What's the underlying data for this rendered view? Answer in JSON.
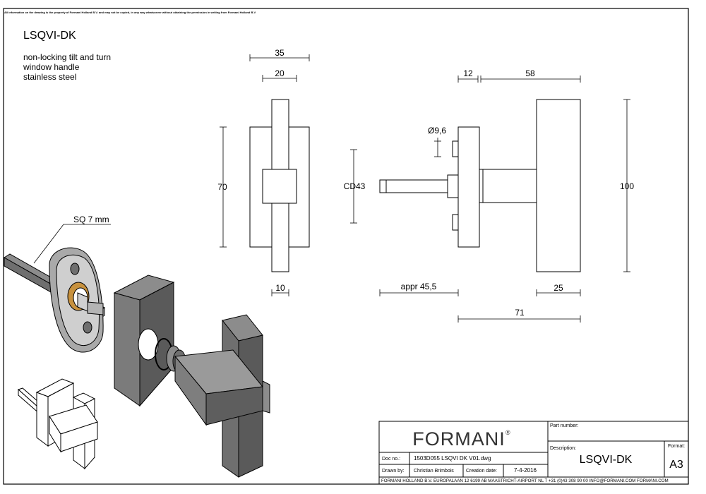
{
  "disclaimer": "All information on the drawing is the property of Formani Holland B.V. and may not be copied, in any way whatsoever without obtaining the permission in writing from Formani Holland B.V",
  "product": {
    "code": "LSQVI-DK",
    "description_lines": [
      "non-locking tilt and turn",
      "window handle",
      "stainless steel"
    ]
  },
  "dimensions": {
    "front_top_outer": "35",
    "front_top_inner": "20",
    "front_height": "70",
    "front_bottom": "10",
    "side_rose": "12",
    "side_lever": "58",
    "side_hole": "Ø9,6",
    "side_cd": "CD43",
    "side_height": "100",
    "side_spindle": "appr 45,5",
    "side_grip": "25",
    "side_total": "71"
  },
  "callouts": {
    "spindle": "SQ 7 mm"
  },
  "title_block": {
    "brand": "FORMANI",
    "registered_mark": "®",
    "part_number_label": "Part number:",
    "doc_no_label": "Doc no.:",
    "doc_no": "1503D055 LSQVI DK V01.dwg",
    "drawn_by_label": "Drawn by:",
    "drawn_by": "Christian Brimbois",
    "creation_date_label": "Creation date:",
    "creation_date": "7-4-2016",
    "description_label": "Description:",
    "description": "LSQVI-DK",
    "format_label": "Format:",
    "format": "A3",
    "footer": "FORMANI HOLLAND B.V.  EUROPALAAN 12  6199 AB MAASTRICHT-AIRPORT NL  T +31 (0)43 308 90 00 INFO@FORMANI.COM FORMANI.COM"
  },
  "colors": {
    "line": "#000000",
    "steel_dark": "#6f6f6f",
    "steel_mid": "#8c8c8c",
    "steel_light": "#c8c8c8",
    "brass": "#c7913e"
  }
}
